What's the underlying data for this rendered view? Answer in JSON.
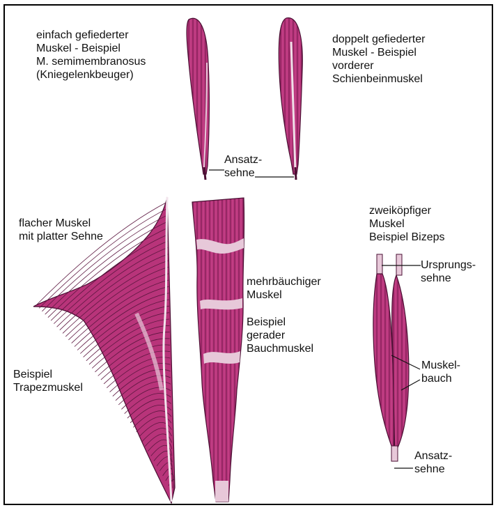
{
  "colors": {
    "muscle": "#b8347a",
    "muscle_dark": "#7a1d52",
    "fiber": "#5c1740",
    "tendon": "#e7c8d9",
    "ink": "#111111"
  },
  "labels": {
    "unipennate": [
      "einfach gefiederter",
      "Muskel - Beispiel",
      "M. semimembranosus",
      "(Kniegelenkbeuger)"
    ],
    "bipennate": [
      "doppelt gefiederter",
      "Muskel - Beispiel",
      "vorderer",
      "Schienbeinmuskel"
    ],
    "ansatz_top": [
      "Ansatz-",
      "sehne"
    ],
    "flat": [
      "flacher Muskel",
      "mit platter Sehne"
    ],
    "trapez": [
      "Beispiel",
      "Trapezmuskel"
    ],
    "multibelly": [
      "mehrbäuchiger",
      "Muskel"
    ],
    "rectus": [
      "Beispiel",
      "gerader",
      "Bauchmuskel"
    ],
    "biceps": [
      "zweiköpfiger",
      "Muskel",
      "Beispiel Bizeps"
    ],
    "ursprung": [
      "Ursprungs-",
      "sehne"
    ],
    "belly": [
      "Muskel-",
      "bauch"
    ],
    "ansatz_bottom": [
      "Ansatz-",
      "sehne"
    ]
  }
}
